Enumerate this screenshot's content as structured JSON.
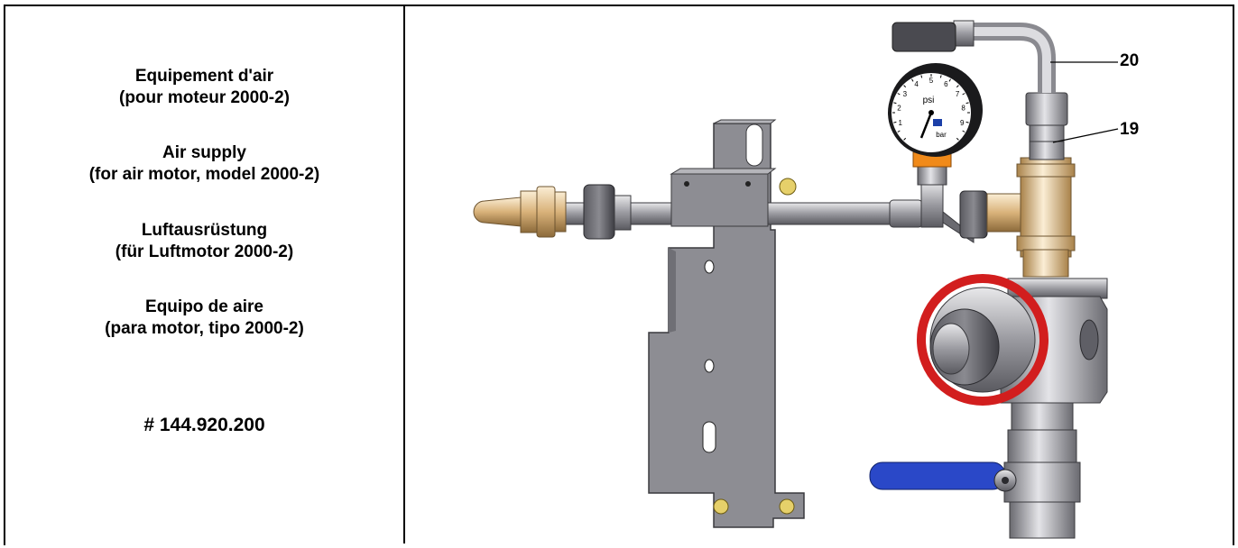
{
  "blocks": [
    {
      "line1": "Equipement d'air",
      "line2": "(pour moteur 2000-2)"
    },
    {
      "line1": "Air supply",
      "line2": "(for air motor, model 2000-2)"
    },
    {
      "line1": "Luftausrüstung",
      "line2": "(für Luftmotor 2000-2)"
    },
    {
      "line1": "Equipo de aire",
      "line2": "(para motor, tipo 2000-2)"
    }
  ],
  "part_number": "# 144.920.200",
  "callouts": [
    "20",
    "19"
  ],
  "gauge": {
    "unit_top": "psi",
    "unit_bottom": "bar",
    "scale": [
      "1",
      "2",
      "3",
      "4",
      "5",
      "6",
      "7",
      "8",
      "9"
    ]
  }
}
